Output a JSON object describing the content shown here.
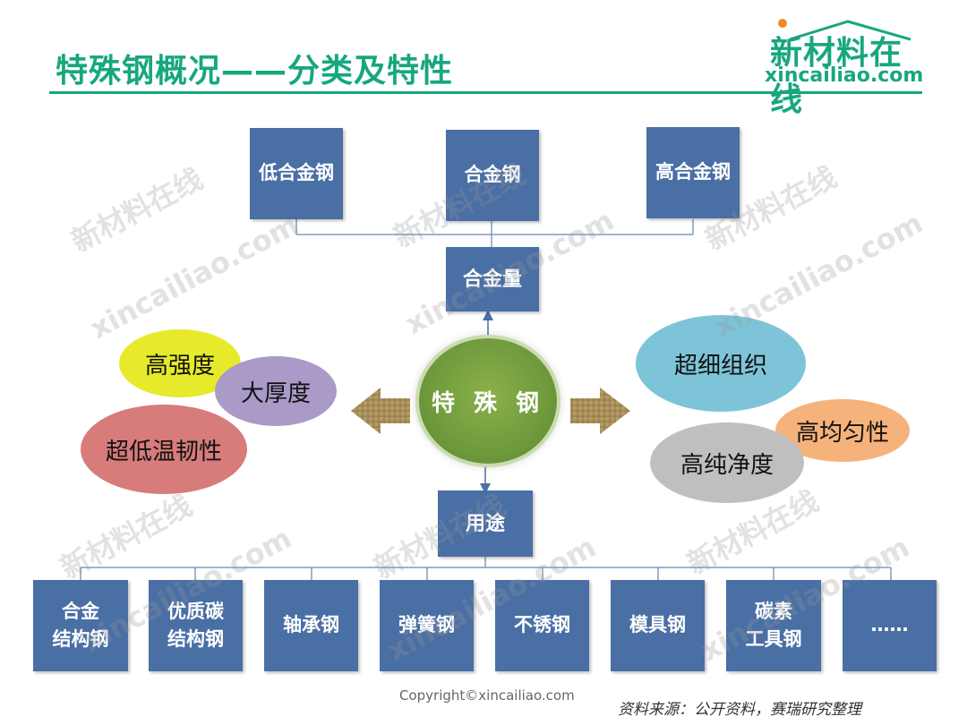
{
  "title": "特殊钢概况——分类及特性",
  "logo": {
    "cn": "新材料在线",
    "en": "xincailiao.com"
  },
  "top_boxes": [
    "低合金钢",
    "合金钢",
    "高合金钢"
  ],
  "alloy_box": "合金量",
  "center": "特 殊 钢",
  "left_ellipses": [
    "高强度",
    "大厚度",
    "超低温韧性"
  ],
  "right_ellipses": [
    "超细组织",
    "高均匀性",
    "高纯净度"
  ],
  "usage_box": "用途",
  "bottom_boxes": [
    "合金\n结构钢",
    "优质碳\n结构钢",
    "轴承钢",
    "弹簧钢",
    "不锈钢",
    "模具钢",
    "碳素\n工具钢",
    "……"
  ],
  "watermark": {
    "cn": "新材料在线",
    "en": "xincailiao.com"
  },
  "copyright": "Copyright©xincailiao.com",
  "source": "资料来源：公开资料，赛瑞研究整理",
  "colors": {
    "accent": "#17a77e",
    "box": "#4a6fa5",
    "center": "#6f9a3c"
  }
}
